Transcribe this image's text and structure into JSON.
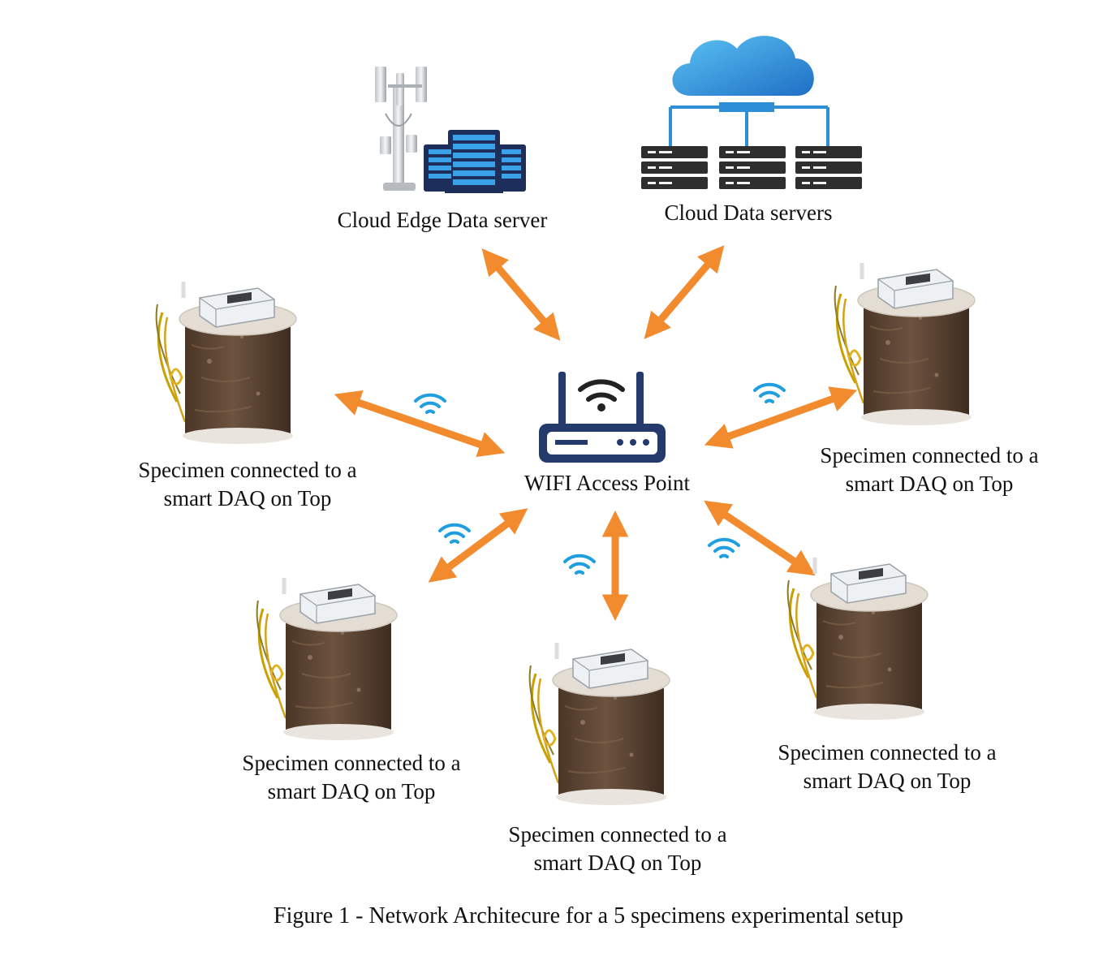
{
  "nodes": {
    "edge_server": {
      "label": "Cloud Edge Data server",
      "icon": "edge-server-tower-icon"
    },
    "cloud_servers": {
      "label": "Cloud Data servers",
      "icon": "cloud-servers-icon"
    },
    "access_point": {
      "label": "WIFI Access Point",
      "icon": "wifi-router-icon"
    }
  },
  "specimens": [
    {
      "line1": "Specimen connected to a",
      "line2": "smart DAQ on Top"
    },
    {
      "line1": "Specimen connected to a",
      "line2": "smart DAQ on Top"
    },
    {
      "line1": "Specimen connected to a",
      "line2": "smart DAQ on Top"
    },
    {
      "line1": "Specimen connected to a",
      "line2": "smart DAQ on Top"
    },
    {
      "line1": "Specimen connected to a",
      "line2": "smart DAQ on Top"
    }
  ],
  "caption": "Figure 1 - Network Architecure for a 5 specimens experimental setup",
  "colors": {
    "arrow": "#f28a2e",
    "wifi": "#1f9ee0",
    "cloud": "#2e8fd6",
    "router": "#233a6b",
    "server_dark": "#2a2a2a",
    "soil": "#5a4330"
  }
}
